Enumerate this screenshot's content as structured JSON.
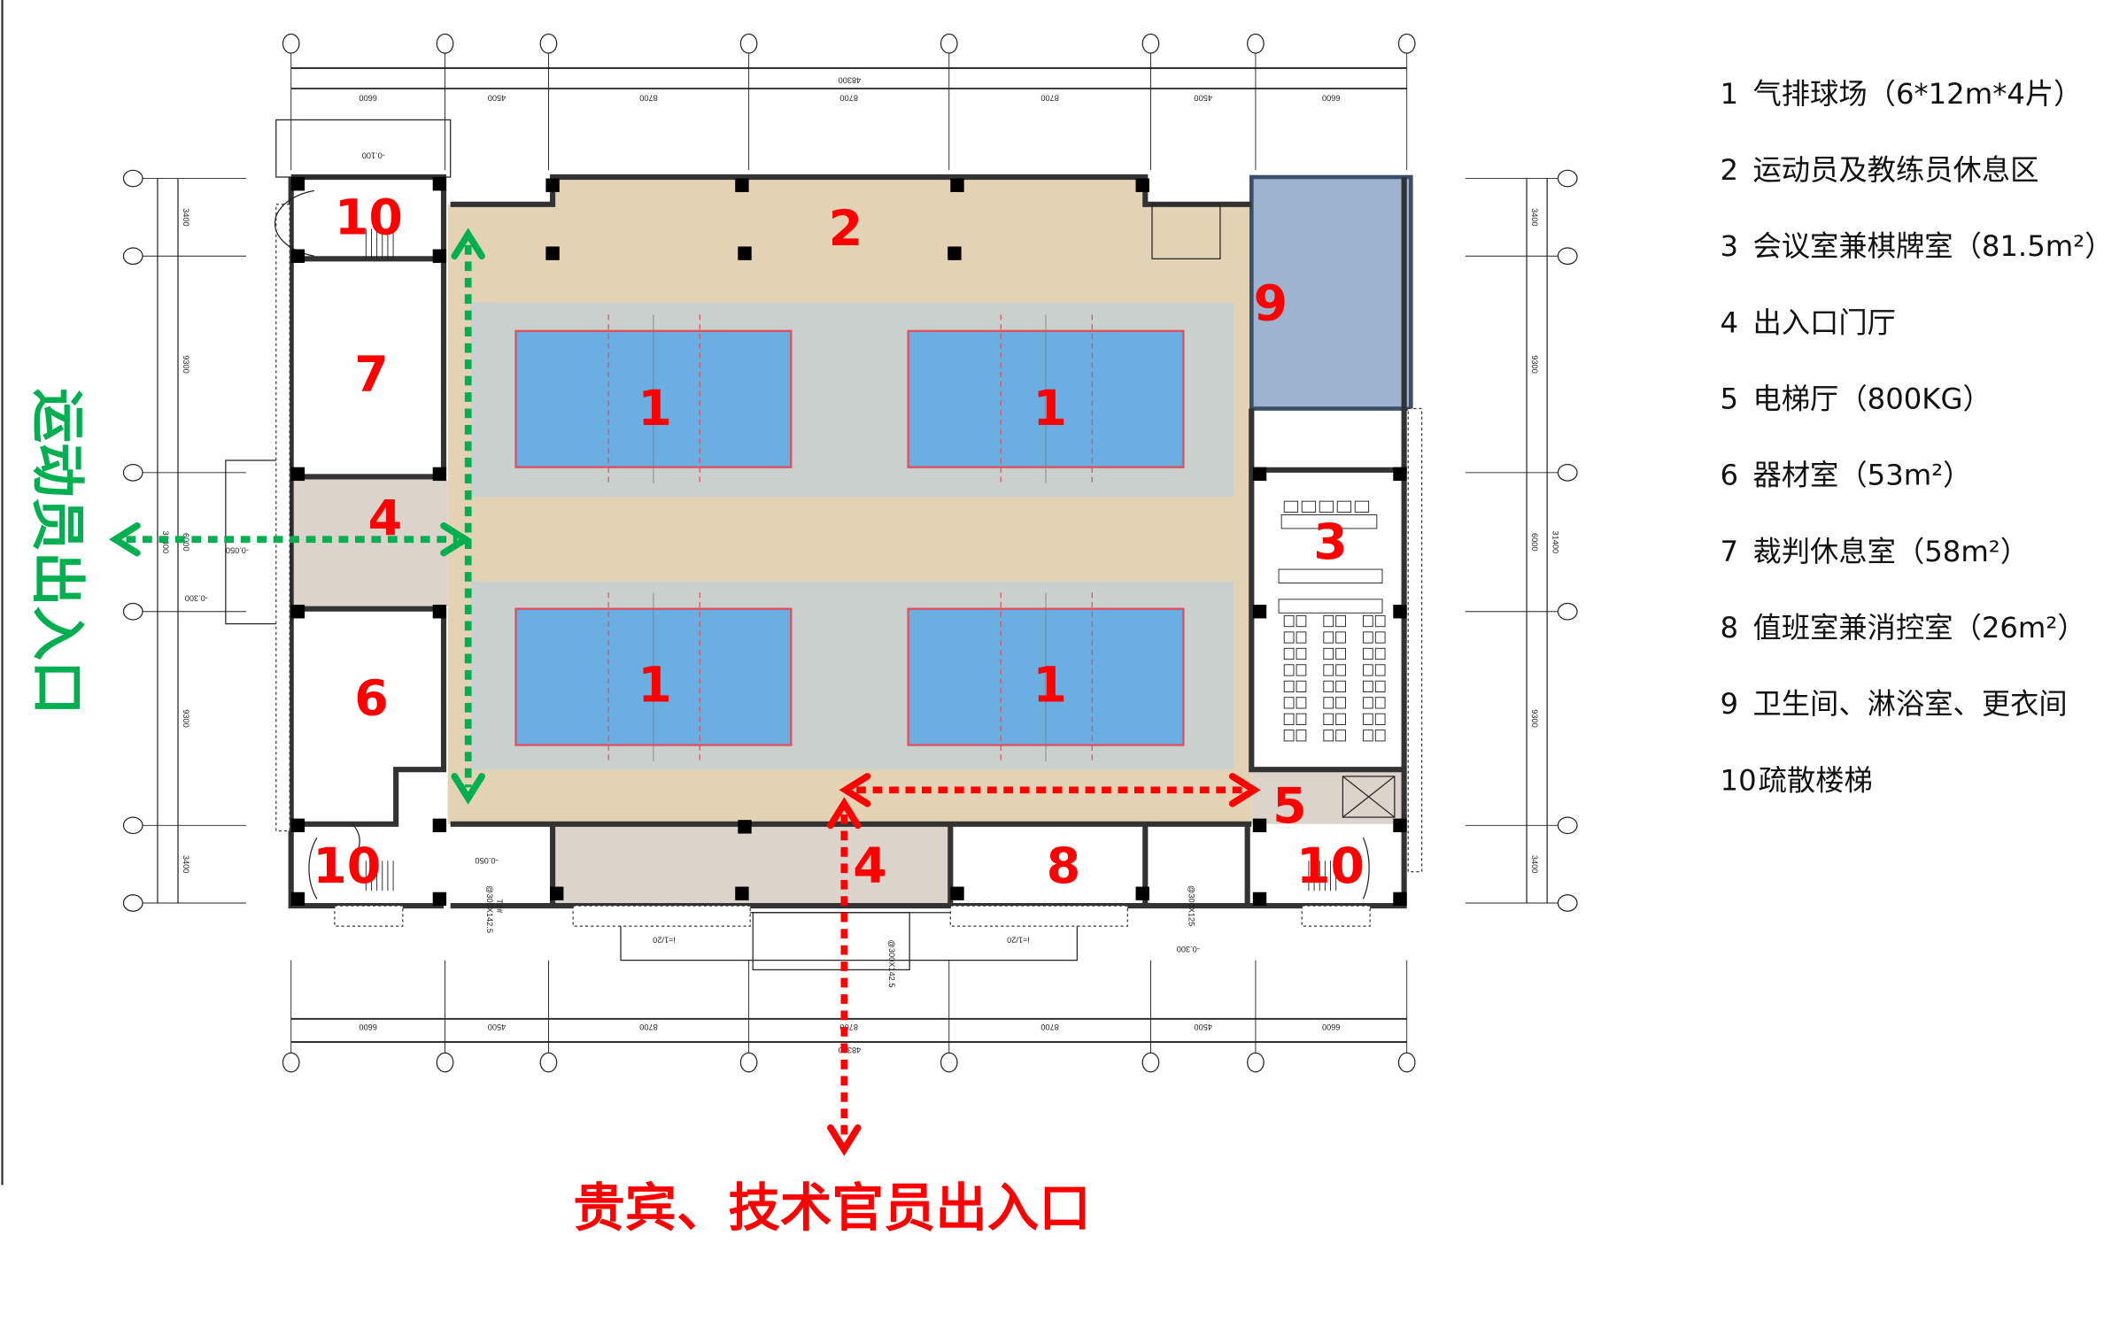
{
  "legend": [
    {
      "num": "1",
      "text": "气排球场（6*12m*4片）"
    },
    {
      "num": "2",
      "text": "运动员及教练员休息区"
    },
    {
      "num": "3",
      "text": "会议室兼棋牌室（81.5m²）"
    },
    {
      "num": "4",
      "text": "出入口门厅"
    },
    {
      "num": "5",
      "text": "电梯厅（800KG）"
    },
    {
      "num": "6",
      "text": "器材室（53m²）"
    },
    {
      "num": "7",
      "text": "裁判休息室（58m²）"
    },
    {
      "num": "8",
      "text": "值班室兼消控室（26m²）"
    },
    {
      "num": "9",
      "text": "卫生间、淋浴室、更衣间"
    },
    {
      "num": "10",
      "text": "疏散楼梯"
    }
  ],
  "room_labels": {
    "court": "1",
    "rest_area": "2",
    "meeting": "3",
    "lobby": "4",
    "elevator": "5",
    "equipment": "6",
    "referee": "7",
    "duty": "8",
    "toilet": "9",
    "stair": "10"
  },
  "entrances": {
    "athletes": "运动员出入口",
    "vip": "贵宾、技术官员出入口"
  },
  "dimensions": {
    "horizontal_total": "48300",
    "horizontal_segments": [
      "6600",
      "4500",
      "8700",
      "8700",
      "8700",
      "4500",
      "6600"
    ],
    "vertical_total": "31400",
    "vertical_segments": [
      "3400",
      "9300",
      "6000",
      "9300",
      "3400"
    ]
  },
  "annotations": {
    "elev_1": "-0.100",
    "elev_2": "-0.050",
    "elev_3": "-0.300",
    "elev_4": "-0.050",
    "elev_5": "-0.300",
    "slope": "i=1/20",
    "step_1": "@300X142.5",
    "step_2": "@300X125",
    "tag": "T2#"
  },
  "colors": {
    "wood": "#e4d2b4",
    "stone": "#dcd4ca",
    "court": "#6aaee2",
    "band": "#c5d0d2",
    "toilet": "#9db3d0",
    "red": "#ff0000",
    "green": "#00b050"
  }
}
